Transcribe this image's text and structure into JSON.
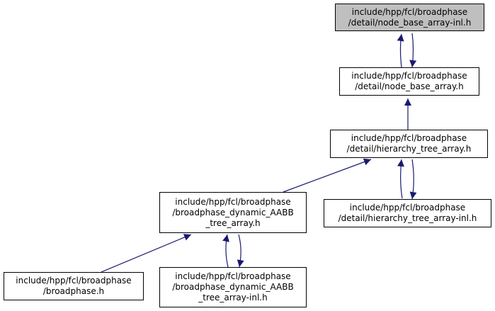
{
  "nodes": {
    "node_base_array_inl": {
      "lines": [
        "include/hpp/fcl/broadphase",
        "/detail/node_base_array-inl.h"
      ],
      "highlighted": true
    },
    "node_base_array": {
      "lines": [
        "include/hpp/fcl/broadphase",
        "/detail/node_base_array.h"
      ]
    },
    "hierarchy_tree_array": {
      "lines": [
        "include/hpp/fcl/broadphase",
        "/detail/hierarchy_tree_array.h"
      ]
    },
    "broadphase_dynamic_aabb_tree_array": {
      "lines": [
        "include/hpp/fcl/broadphase",
        "/broadphase_dynamic_AABB",
        "_tree_array.h"
      ]
    },
    "hierarchy_tree_array_inl": {
      "lines": [
        "include/hpp/fcl/broadphase",
        "/detail/hierarchy_tree_array-inl.h"
      ]
    },
    "broadphase": {
      "lines": [
        "include/hpp/fcl/broadphase",
        "/broadphase.h"
      ]
    },
    "broadphase_dynamic_aabb_tree_array_inl": {
      "lines": [
        "include/hpp/fcl/broadphase",
        "/broadphase_dynamic_AABB",
        "_tree_array-inl.h"
      ]
    }
  },
  "colors": {
    "edge": "#191970",
    "highlight_fill": "#bfbfbf",
    "border": "#000000"
  }
}
